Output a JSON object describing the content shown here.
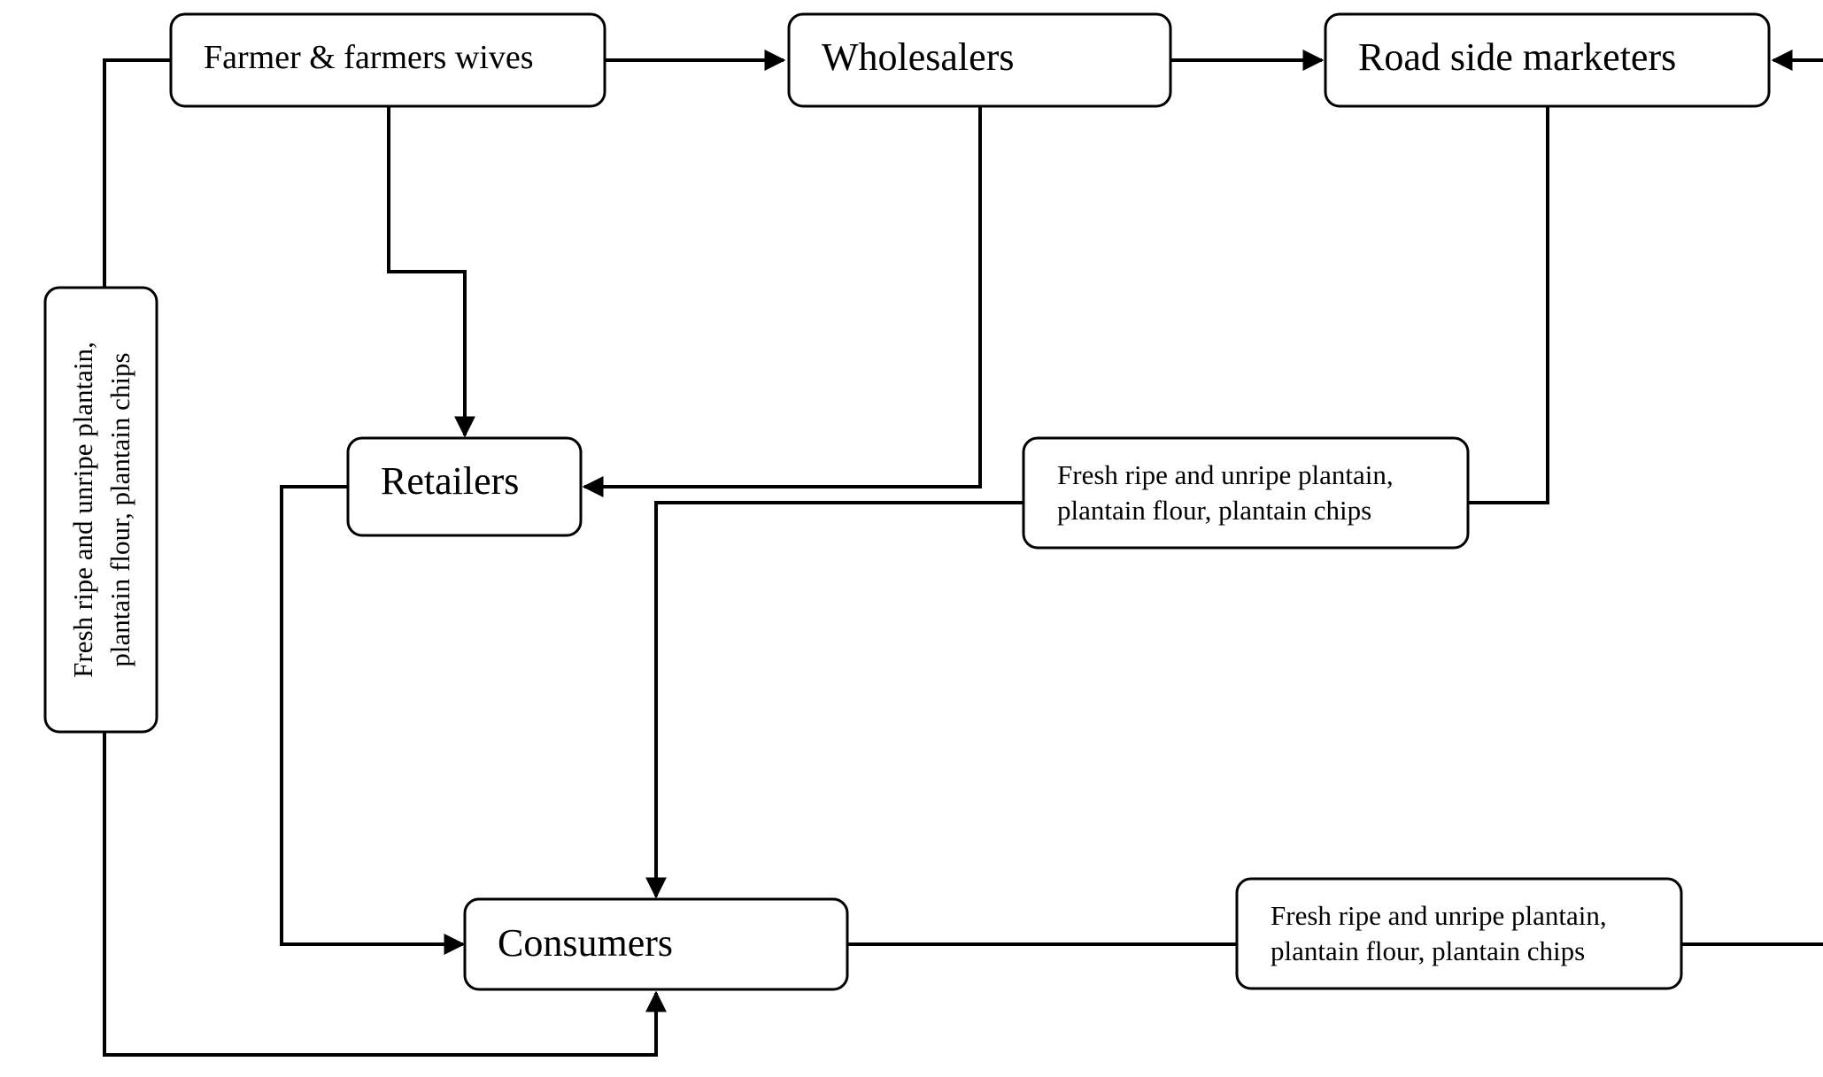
{
  "nodes": {
    "farmers": "Farmer & farmers wives",
    "wholesalers": "Wholesalers",
    "roadside": "Road side marketers",
    "retailers": "Retailers",
    "consumers": "Consumers"
  },
  "products_labels": {
    "left": [
      "Fresh ripe and unripe plantain,",
      "plantain flour, plantain chips"
    ],
    "middle": [
      "Fresh ripe and unripe plantain,",
      "plantain flour, plantain chips"
    ],
    "bottom": [
      "Fresh ripe and unripe plantain,",
      "plantain flour, plantain chips"
    ]
  },
  "colors": {
    "stroke": "#000000",
    "background": "#ffffff"
  }
}
